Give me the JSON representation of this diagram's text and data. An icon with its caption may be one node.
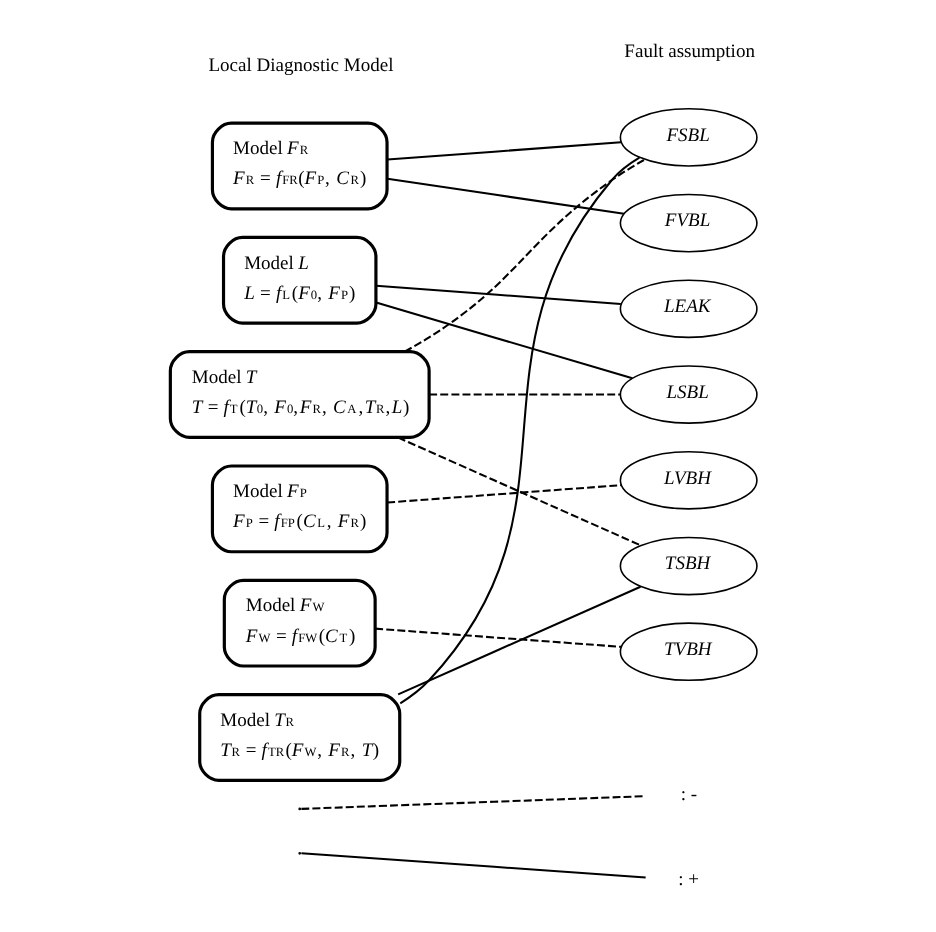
{
  "diagram": {
    "nodes": [
      {
        "text": [
          "Model *F*$_{R}$",
          "*F*$_{R}$ = *f*$_{FR}$(*F*$_{P}$, *C*$_{R}$)"
        ]
      },
      {
        "text": [
          "Model *L*",
          "*L* = *f*$_{L}$(*F*$_{0}$, *F*$_{P}$)"
        ]
      },
      {
        "text": [
          "Model *T*",
          "*T* = *f*$_{T}$(*T*$_{0}$, *F*$_{0}$,*F*$_{R}$, *C*$_{A}$,*T*$_{R}$,*L*)"
        ]
      },
      {
        "text": [
          "Model *F*$_{P}$",
          "*F*$_{P}$ = *f*$_{FP}$(*C*$_{L}$, *F*$_{R}$)"
        ]
      },
      {
        "text": [
          "Model *F*$_{W}$",
          "*F*$_{W}$ = *f*$_{FW}$(*C*$_{T}$)"
        ]
      },
      {
        "text": [
          "Model *T*$_{R}$",
          "*T*$_{R}$ = *f*$_{TR}$(*F*$_{W}$, *F*$_{R}$, *T*)"
        ]
      },
      {
        "text": [
          "FSBL"
        ]
      },
      {
        "text": [
          "FVBL"
        ]
      },
      {
        "text": [
          "LEAK"
        ]
      },
      {
        "text": [
          "LSBL"
        ]
      },
      {
        "text": [
          "LVBH"
        ]
      },
      {
        "text": [
          "TSBH"
        ]
      },
      {
        "text": [
          "TVBH"
        ]
      }
    ],
    "edges": [
      {
        "from": 0,
        "to": 6,
        "arrow": "none"
      },
      {
        "from": 0,
        "to": 7,
        "arrow": "none"
      },
      {
        "from": 1,
        "to": 8,
        "arrow": "none"
      },
      {
        "from": 1,
        "to": 9,
        "arrow": "none"
      },
      {
        "from": 2,
        "to": 6,
        "arrow": "none",
        "style": "dashed"
      },
      {
        "from": 2,
        "to": 9,
        "arrow": "none",
        "style": "dashed"
      },
      {
        "from": 2,
        "to": 11,
        "arrow": "none",
        "style": "dashed"
      },
      {
        "from": 3,
        "to": 10,
        "arrow": "none",
        "style": "dashed"
      },
      {
        "from": 4,
        "to": 12,
        "arrow": "none",
        "style": "dashed"
      },
      {
        "from": 5,
        "to": 6,
        "arrow": "none"
      },
      {
        "from": 5,
        "to": 11,
        "arrow": "none"
      }
    ],
    "labels": [
      "Local Diagnostic Model",
      "Fault assumption"
    ],
    "legend": [
      {
        "text": ": -"
      },
      {
        "text": ": +"
      }
    ]
  }
}
